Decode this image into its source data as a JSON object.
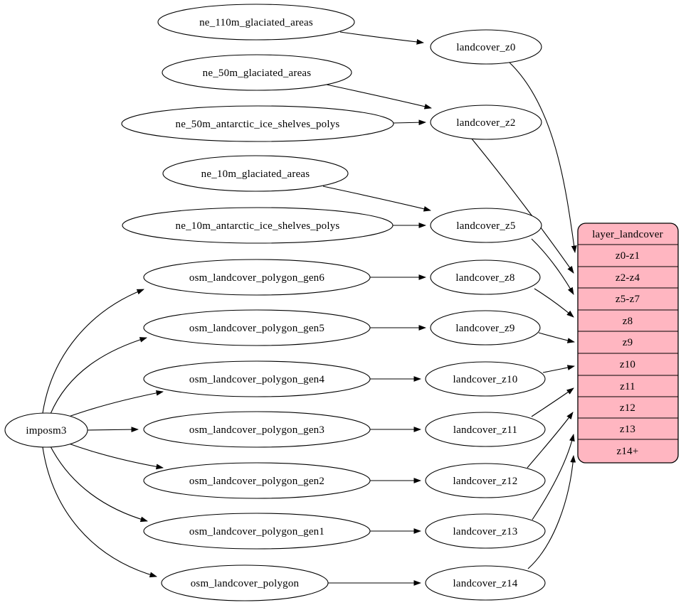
{
  "diagram": {
    "background_color": "#ffffff",
    "node_fill": "#ffffff",
    "node_stroke": "#000000",
    "edge_color": "#000000",
    "nodes": {
      "imposm3": "imposm3",
      "ne_110m_glaciated_areas": "ne_110m_glaciated_areas",
      "ne_50m_glaciated_areas": "ne_50m_glaciated_areas",
      "ne_50m_antarctic_ice_shelves_polys": "ne_50m_antarctic_ice_shelves_polys",
      "ne_10m_glaciated_areas": "ne_10m_glaciated_areas",
      "ne_10m_antarctic_ice_shelves_polys": "ne_10m_antarctic_ice_shelves_polys",
      "osm_landcover_polygon_gen6": "osm_landcover_polygon_gen6",
      "osm_landcover_polygon_gen5": "osm_landcover_polygon_gen5",
      "osm_landcover_polygon_gen4": "osm_landcover_polygon_gen4",
      "osm_landcover_polygon_gen3": "osm_landcover_polygon_gen3",
      "osm_landcover_polygon_gen2": "osm_landcover_polygon_gen2",
      "osm_landcover_polygon_gen1": "osm_landcover_polygon_gen1",
      "osm_landcover_polygon": "osm_landcover_polygon",
      "landcover_z0": "landcover_z0",
      "landcover_z2": "landcover_z2",
      "landcover_z5": "landcover_z5",
      "landcover_z8": "landcover_z8",
      "landcover_z9": "landcover_z9",
      "landcover_z10": "landcover_z10",
      "landcover_z11": "landcover_z11",
      "landcover_z12": "landcover_z12",
      "landcover_z13": "landcover_z13",
      "landcover_z14": "landcover_z14"
    },
    "table": {
      "title": "layer_landcover",
      "fill": "#ffb6c1",
      "stroke": "#000000",
      "rows": [
        "z0-z1",
        "z2-z4",
        "z5-z7",
        "z8",
        "z9",
        "z10",
        "z11",
        "z12",
        "z13",
        "z14+"
      ]
    },
    "edges": [
      {
        "from": "ne_110m_glaciated_areas",
        "to": "landcover_z0"
      },
      {
        "from": "ne_50m_glaciated_areas",
        "to": "landcover_z2"
      },
      {
        "from": "ne_50m_antarctic_ice_shelves_polys",
        "to": "landcover_z2"
      },
      {
        "from": "ne_10m_glaciated_areas",
        "to": "landcover_z5"
      },
      {
        "from": "ne_10m_antarctic_ice_shelves_polys",
        "to": "landcover_z5"
      },
      {
        "from": "imposm3",
        "to": "osm_landcover_polygon_gen6"
      },
      {
        "from": "imposm3",
        "to": "osm_landcover_polygon_gen5"
      },
      {
        "from": "imposm3",
        "to": "osm_landcover_polygon_gen4"
      },
      {
        "from": "imposm3",
        "to": "osm_landcover_polygon_gen3"
      },
      {
        "from": "imposm3",
        "to": "osm_landcover_polygon_gen2"
      },
      {
        "from": "imposm3",
        "to": "osm_landcover_polygon_gen1"
      },
      {
        "from": "imposm3",
        "to": "osm_landcover_polygon"
      },
      {
        "from": "osm_landcover_polygon_gen6",
        "to": "landcover_z8"
      },
      {
        "from": "osm_landcover_polygon_gen5",
        "to": "landcover_z9"
      },
      {
        "from": "osm_landcover_polygon_gen4",
        "to": "landcover_z10"
      },
      {
        "from": "osm_landcover_polygon_gen3",
        "to": "landcover_z11"
      },
      {
        "from": "osm_landcover_polygon_gen2",
        "to": "landcover_z12"
      },
      {
        "from": "osm_landcover_polygon_gen1",
        "to": "landcover_z13"
      },
      {
        "from": "osm_landcover_polygon",
        "to": "landcover_z14"
      },
      {
        "from": "landcover_z0",
        "to": "layer_landcover.z0-z1"
      },
      {
        "from": "landcover_z2",
        "to": "layer_landcover.z2-z4"
      },
      {
        "from": "landcover_z5",
        "to": "layer_landcover.z5-z7"
      },
      {
        "from": "landcover_z8",
        "to": "layer_landcover.z8"
      },
      {
        "from": "landcover_z9",
        "to": "layer_landcover.z9"
      },
      {
        "from": "landcover_z10",
        "to": "layer_landcover.z10"
      },
      {
        "from": "landcover_z11",
        "to": "layer_landcover.z11"
      },
      {
        "from": "landcover_z12",
        "to": "layer_landcover.z12"
      },
      {
        "from": "landcover_z13",
        "to": "layer_landcover.z13"
      },
      {
        "from": "landcover_z14",
        "to": "layer_landcover.z14+"
      }
    ]
  }
}
